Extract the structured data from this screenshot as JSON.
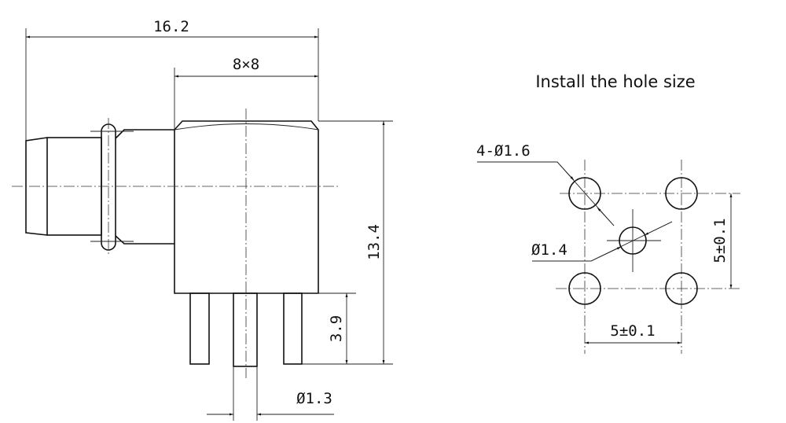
{
  "connector_view": {
    "overall_length": "16.2",
    "body_size": "8×8",
    "total_height": "13.4",
    "pin_length": "3.9",
    "pin_diameter": "Ø1.3"
  },
  "hole_pattern": {
    "title": "Install the hole size",
    "outer_holes": "4-Ø1.6",
    "center_hole": "Ø1.4",
    "horizontal_spacing": "5±0.1",
    "vertical_spacing": "5±0.1"
  }
}
